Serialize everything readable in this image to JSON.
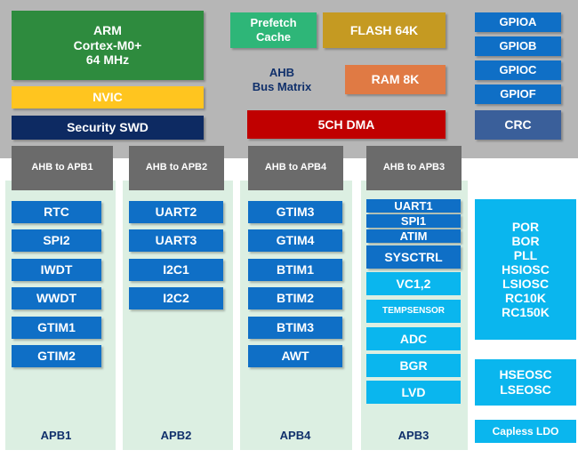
{
  "core": {
    "cpu_line1": "ARM",
    "cpu_line2": "Cortex-M0+",
    "cpu_line3": "64 MHz",
    "nvic": "NVIC",
    "swd": "Security SWD",
    "prefetch_line1": "Prefetch",
    "prefetch_line2": "Cache",
    "flash": "FLASH 64K",
    "ahb_line1": "AHB",
    "ahb_line2": "Bus Matrix",
    "ram": "RAM 8K",
    "dma": "5CH DMA"
  },
  "gpio": [
    "GPIOA",
    "GPIOB",
    "GPIOC",
    "GPIOF"
  ],
  "crc": "CRC",
  "bridges": [
    "AHB to APB1",
    "AHB to APB2",
    "AHB to APB4",
    "AHB to APB3"
  ],
  "apb1": {
    "label": "APB1",
    "items": [
      "RTC",
      "SPI2",
      "IWDT",
      "WWDT",
      "GTIM1",
      "GTIM2"
    ]
  },
  "apb2": {
    "label": "APB2",
    "items": [
      "UART2",
      "UART3",
      "I2C1",
      "I2C2"
    ]
  },
  "apb4": {
    "label": "APB4",
    "items": [
      "GTIM3",
      "GTIM4",
      "BTIM1",
      "BTIM2",
      "BTIM3",
      "AWT"
    ]
  },
  "apb3": {
    "label": "APB3",
    "items": [
      "UART1",
      "SPI1",
      "ATIM",
      "SYSCTRL",
      "VC1,2",
      "TEMPSENSOR",
      "ADC",
      "BGR",
      "LVD"
    ]
  },
  "power": {
    "group1": [
      "POR",
      "BOR",
      "PLL",
      "HSIOSC",
      "LSIOSC",
      "RC10K",
      "RC150K"
    ],
    "group2": [
      "HSEOSC",
      "LSEOSC"
    ],
    "ldo": "Capless LDO"
  },
  "colors": {
    "cpu": "#2e8b3e",
    "nvic": "#ffc51f",
    "swd": "#0d2a62",
    "prefetch": "#2eb678",
    "flash": "#c59a22",
    "ram": "#e07a44",
    "dma": "#c00000",
    "gpio": "#0f6fc6",
    "crc": "#3a5f9a",
    "peripheral": "#0f6fc6",
    "analog": "#0ab6ee",
    "bridge": "#6b6b6b"
  }
}
